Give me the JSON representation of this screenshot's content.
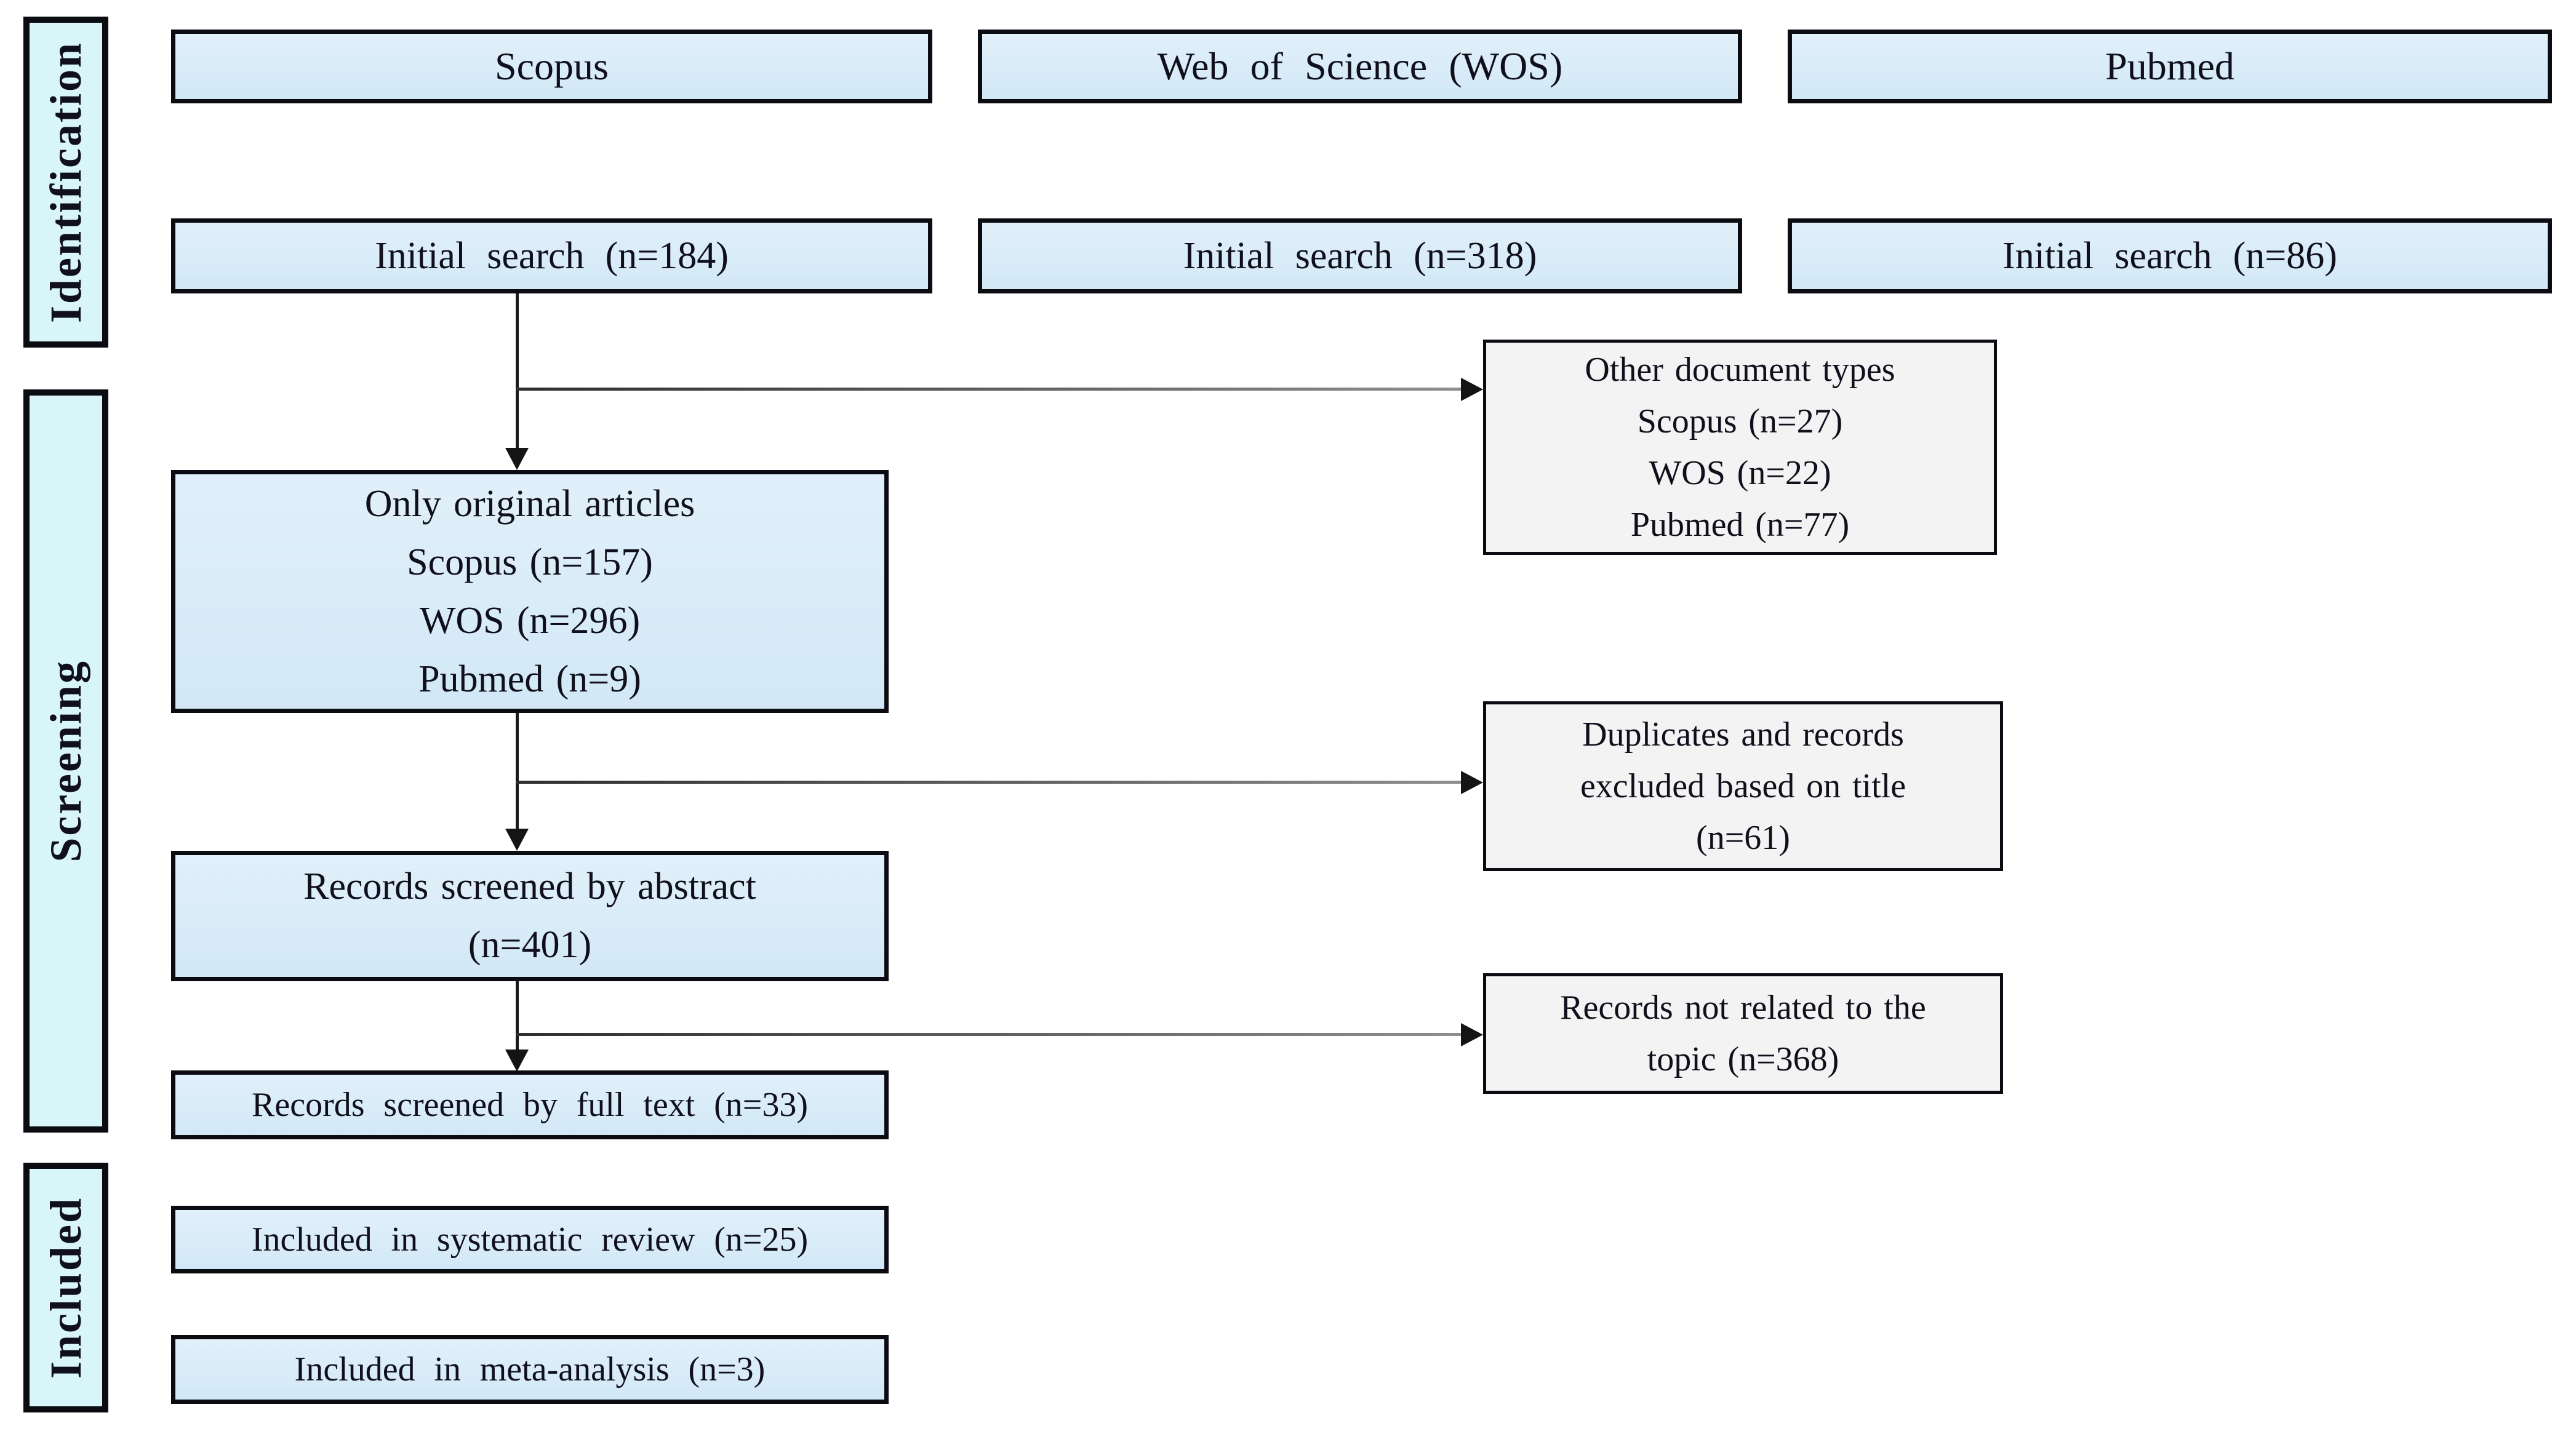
{
  "colors": {
    "stage_fill": "#d8f6fa",
    "process_fill": "#d6eaf8",
    "exclusion_fill": "#f3f3f3",
    "border": "#0b0b12",
    "arrow": "#141414"
  },
  "stages": [
    {
      "label": "Identification"
    },
    {
      "label": "Screening"
    },
    {
      "label": "Included"
    }
  ],
  "databases": [
    {
      "name": "Scopus",
      "initial_search": "Initial search (n=184)"
    },
    {
      "name": "Web of Science (WOS)",
      "initial_search": "Initial search (n=318)"
    },
    {
      "name": "Pubmed",
      "initial_search": "Initial search (n=86)"
    }
  ],
  "process_boxes": {
    "only_original": {
      "lines": [
        "Only original articles",
        "Scopus (n=157)",
        "WOS (n=296)",
        "Pubmed (n=9)"
      ]
    },
    "screened_abstract": {
      "lines": [
        "Records screened by abstract",
        "(n=401)"
      ]
    },
    "screened_fulltext": {
      "label": "Records screened by full text (n=33)"
    },
    "included_review": {
      "label": "Included in systematic review (n=25)"
    },
    "included_meta": {
      "label": "Included in meta-analysis (n=3)"
    }
  },
  "exclusion_boxes": {
    "other_document_types": {
      "lines": [
        "Other document types",
        "Scopus (n=27)",
        "WOS (n=22)",
        "Pubmed (n=77)"
      ]
    },
    "duplicates": {
      "lines": [
        "Duplicates and records",
        "excluded based on title",
        "(n=61)"
      ]
    },
    "not_related": {
      "lines": [
        "Records not related to the",
        "topic (n=368)"
      ]
    }
  }
}
